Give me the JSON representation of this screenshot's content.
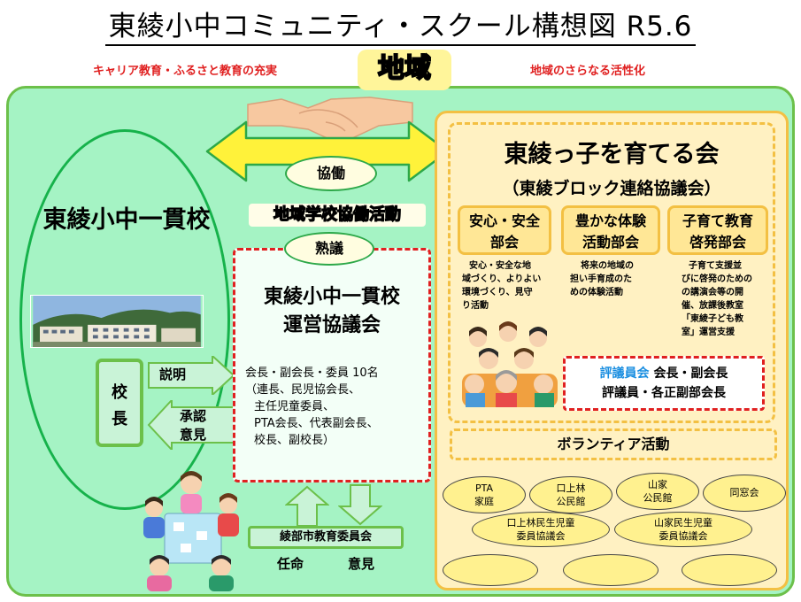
{
  "title": "東綾小中コミュニティ・スクール構想図 R5.6",
  "top_left_caption": "キャリア教育・ふるさと教育の充実",
  "top_right_caption": "地域のさらなる活性化",
  "region_label": "地域",
  "school": {
    "name": "東綾小中一貫校",
    "principal": [
      "校",
      "長"
    ],
    "explain_label": "説明",
    "approve_label": [
      "承認",
      "意見"
    ]
  },
  "collaboration_label": "協働",
  "activity_label": "地域学校協働活動",
  "deliberation_label": "熟議",
  "council": {
    "title": [
      "東綾小中一貫校",
      "運営協議会"
    ],
    "members": [
      "会長・副会長・委員 10名",
      "（連長、民児協会長、",
      "主任児童委員、",
      "PTA会長、代表副会長、",
      "校長、副校長）"
    ]
  },
  "board": {
    "name": "綾部市教育委員会",
    "appoint_label": "任命",
    "opinion_label": "意見"
  },
  "association": {
    "title": "東綾っ子を育てる会",
    "subtitle": "（東綾ブロック連絡協議会）",
    "departments": [
      {
        "name": [
          "安心・安全",
          "部会"
        ],
        "desc": [
          "安心・安全な地",
          "域づくり、よりよい",
          "環境づくり、見守",
          "り活動"
        ]
      },
      {
        "name": [
          "豊かな体験",
          "活動部会"
        ],
        "desc": [
          "将来の地域の",
          "担い手育成のた",
          "めの体験活動"
        ]
      },
      {
        "name": [
          "子育て教育",
          "啓発部会"
        ],
        "desc": [
          "子育て支援並",
          "びに啓発のための",
          "の講演会等の開",
          "催、放課後教室",
          "「東綾子ども教",
          "室」運営支援"
        ]
      }
    ],
    "trustees": {
      "highlight": "評議員会",
      "line1_rest": "会長・副会長",
      "line2": "評議員・各正副部会長"
    }
  },
  "volunteer_label": "ボランティア活動",
  "organizations": [
    [
      "PTA",
      "家庭"
    ],
    [
      "口上林",
      "公民館"
    ],
    [
      "山家",
      "公民館"
    ],
    [
      "同窓会"
    ],
    [
      "口上林民生児童",
      "委員協議会"
    ],
    [
      "山家民生児童",
      "委員協議会"
    ],
    [],
    [],
    []
  ],
  "colors": {
    "background_green": "#a5f3c4",
    "border_green": "#6cc04a",
    "panel_yellow": "#fff1c2",
    "border_orange": "#f3c043",
    "accent_red": "#e02020",
    "accent_blue": "#1a8ee0",
    "arrow_yellow": "#fff23a"
  }
}
